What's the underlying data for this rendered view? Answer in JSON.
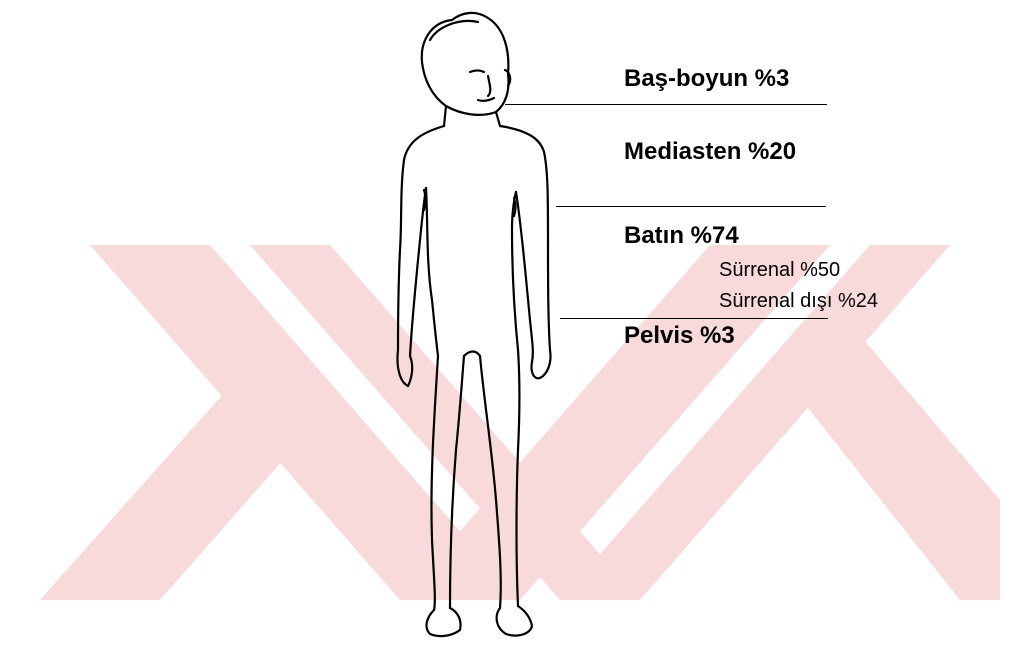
{
  "watermark": {
    "color": "#f8dada",
    "icon": "xk-logo-watermark"
  },
  "regions": [
    {
      "id": "bas-boyun",
      "label": "Baş-boyun %3"
    },
    {
      "id": "mediasten",
      "label": "Mediasten %20"
    },
    {
      "id": "batin",
      "label": "Batın  %74"
    },
    {
      "id": "pelvis",
      "label": "Pelvis %3"
    }
  ],
  "sub_regions": [
    {
      "id": "surrenal",
      "label": "Sürrenal %50"
    },
    {
      "id": "surrenal-disi",
      "label": "Sürrenal dışı %24"
    }
  ],
  "figure": {
    "icon": "child-body-outline",
    "stroke": "#000000"
  }
}
